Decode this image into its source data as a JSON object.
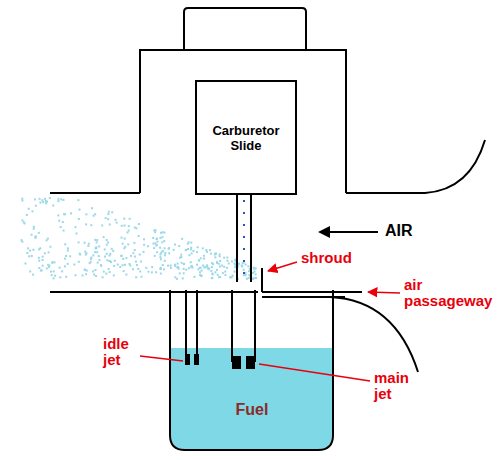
{
  "diagram": {
    "nodes": [
      {
        "text": [
          "Carburetor Slide"
        ]
      },
      {
        "text": [
          "Fuel"
        ]
      }
    ],
    "labels": [
      "AIR",
      "shroud",
      "air passageway",
      "idle jet",
      "main jet"
    ]
  }
}
